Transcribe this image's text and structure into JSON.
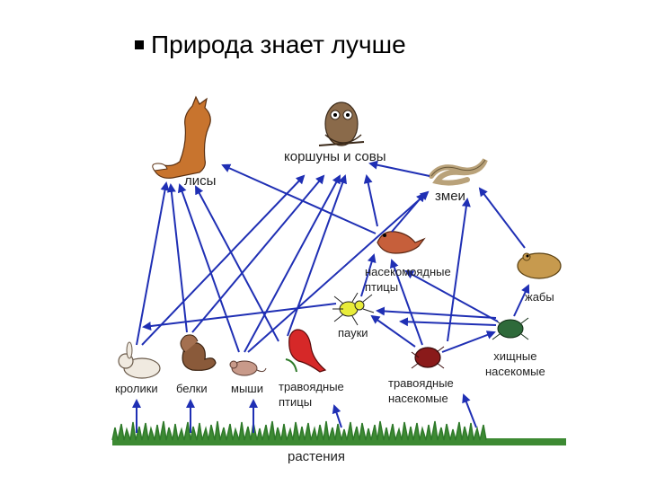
{
  "title": "Природа знает лучше",
  "labels": {
    "foxes": "лисы",
    "kites_owls": "коршуны и совы",
    "snakes": "змеи",
    "insectivorous_birds_1": "насекомоядные",
    "insectivorous_birds_2": "птицы",
    "toads": "жабы",
    "spiders": "пауки",
    "predatory_insects_1": "хищные",
    "predatory_insects_2": "насекомые",
    "rabbits": "кролики",
    "squirrels": "белки",
    "mice": "мыши",
    "herbivorous_birds_1": "травоядные",
    "herbivorous_birds_2": "птицы",
    "herbivorous_insects_1": "травоядные",
    "herbivorous_insects_2": "насекомые",
    "plants": "растения"
  },
  "colors": {
    "arrow": "#1f2fb4",
    "grass": "#2f7a2a",
    "text": "#222222"
  }
}
